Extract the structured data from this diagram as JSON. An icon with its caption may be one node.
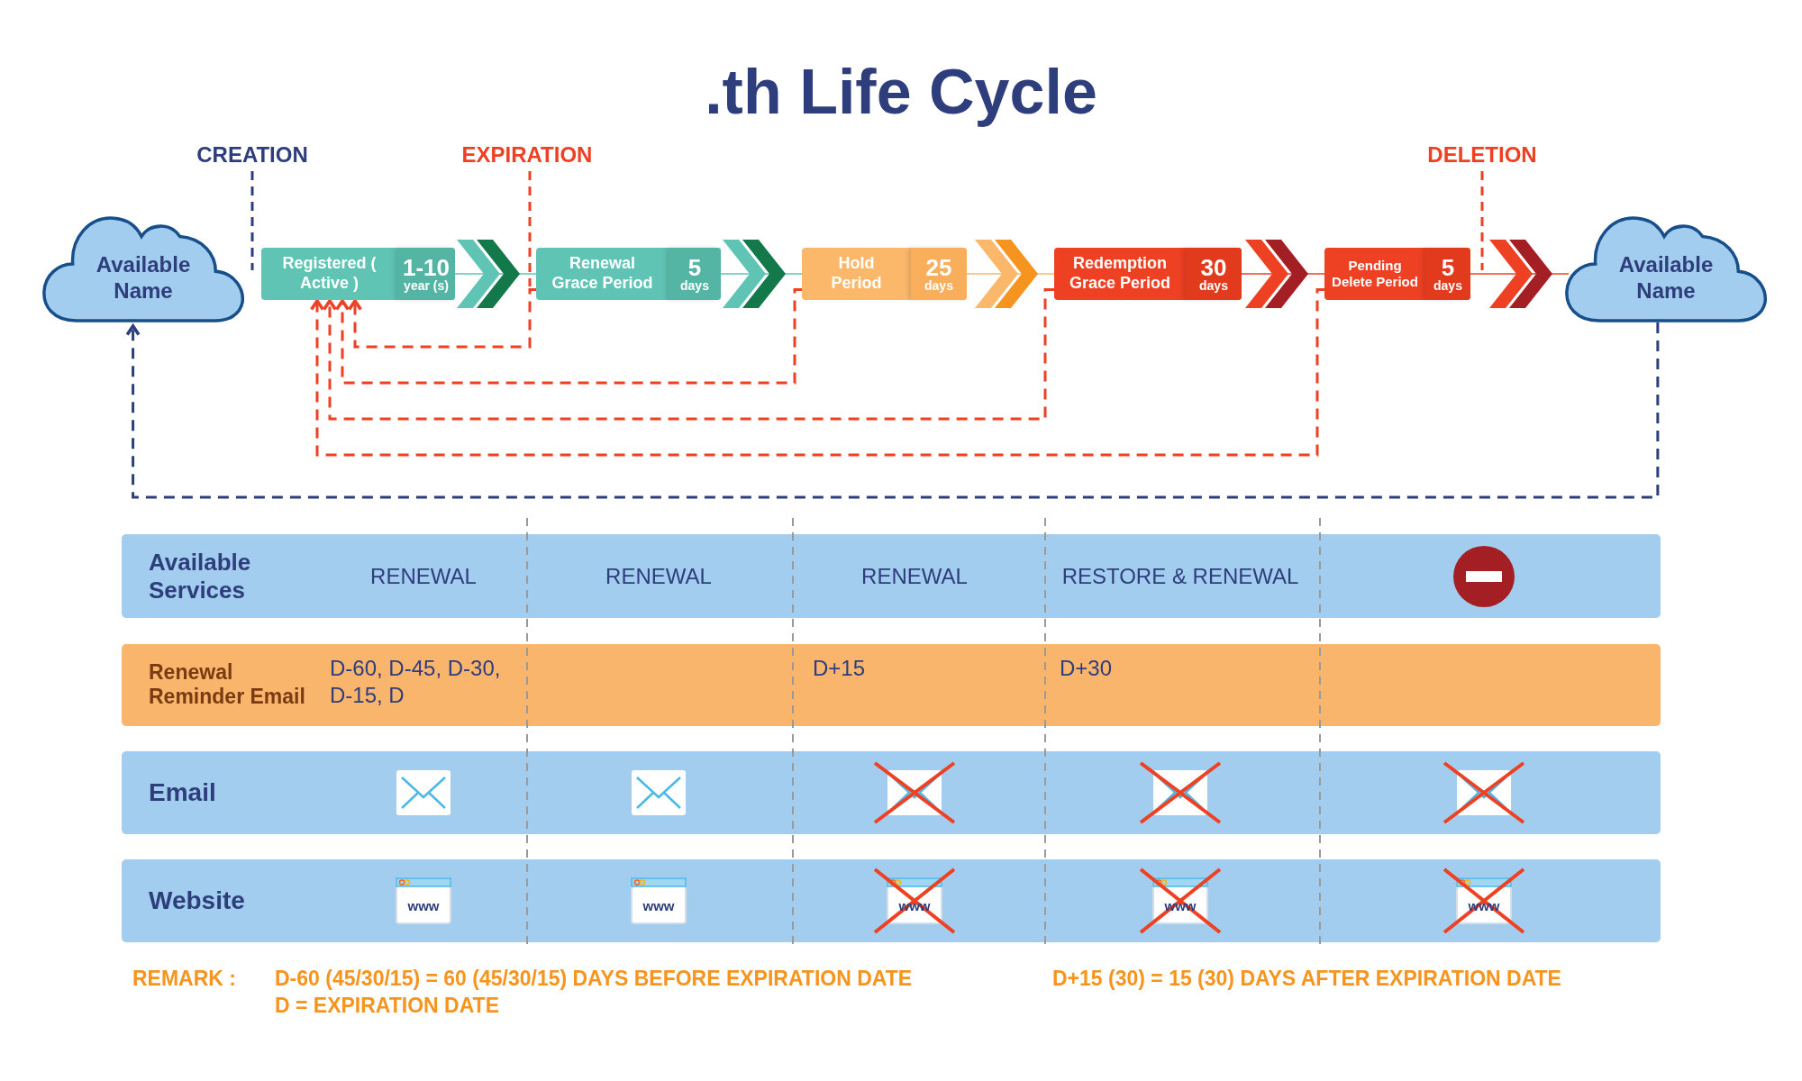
{
  "diagram": {
    "title": ".th Life Cycle",
    "nodes": [
      {
        "text": [
          "Available Name"
        ]
      },
      {
        "text": [
          "Registered ( Active )",
          "1-10",
          "year (s)"
        ]
      },
      {
        "text": [
          "Renewal Grace Period",
          "5",
          "days"
        ]
      },
      {
        "text": [
          "Hold Period",
          "25",
          "days"
        ]
      },
      {
        "text": [
          "Redemption Grace Period",
          "30",
          "days"
        ]
      },
      {
        "text": [
          "Pending Delete Period",
          "5",
          "days"
        ]
      },
      {
        "text": [
          "Available Name"
        ]
      },
      {
        "text": [
          "Available Services",
          "RENEWAL",
          "RENEWAL",
          "RENEWAL",
          "RESTORE & RENEWAL"
        ]
      },
      {
        "text": [
          "Renewal Reminder Email",
          "D-60, D-45, D-30, D-15, D",
          "D+15",
          "D+30"
        ]
      },
      {
        "text": [
          "Email"
        ]
      },
      {
        "text": [
          "Website",
          "www",
          "www",
          "www",
          "www",
          "www"
        ]
      }
    ],
    "edges": [
      {
        "from": 1,
        "to": 2,
        "arrow": "to",
        "color": "#5fc4b4"
      },
      {
        "from": 2,
        "to": 3,
        "arrow": "to",
        "color": "#5fc4b4"
      },
      {
        "from": 3,
        "to": 4,
        "arrow": "to",
        "color": "#fbb86b"
      },
      {
        "from": 4,
        "to": 5,
        "arrow": "to",
        "color": "#ee4123"
      },
      {
        "from": 5,
        "to": 6,
        "arrow": "to",
        "color": "#ee4123"
      },
      {
        "from": 2,
        "to": 1,
        "arrow": "to",
        "style": "dashed",
        "color": "#ee4123"
      },
      {
        "from": 3,
        "to": 1,
        "arrow": "to",
        "style": "dashed",
        "color": "#ee4123"
      },
      {
        "from": 4,
        "to": 1,
        "arrow": "to",
        "style": "dashed",
        "color": "#ee4123"
      },
      {
        "from": 5,
        "to": 1,
        "arrow": "to",
        "style": "dashed",
        "color": "#ee4123"
      },
      {
        "from": 6,
        "to": 0,
        "arrow": "to",
        "style": "dashed",
        "color": "#2e3d7c"
      }
    ],
    "labels": [
      "CREATION",
      "EXPIRATION",
      "DELETION",
      "REMARK :",
      "D-60 (45/30/15) = 60 (45/30/15) DAYS BEFORE EXPIRATION DATE",
      "D = EXPIRATION DATE",
      "D+15 (30) = 15 (30) DAYS AFTER EXPIRATION DATE"
    ]
  }
}
